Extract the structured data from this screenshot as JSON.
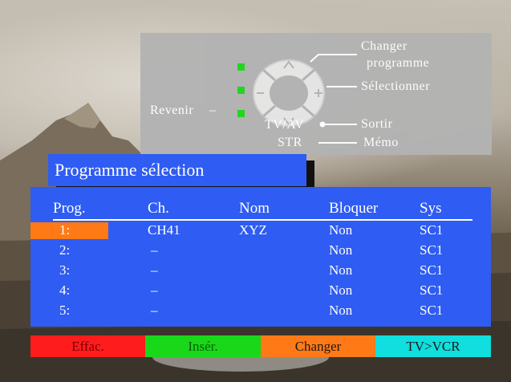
{
  "controls": {
    "change_program": "Changer\nprogramme",
    "change_program_line1": "Changer",
    "change_program_line2": "programme",
    "select": "Sélectionner",
    "back": "Revenir",
    "back_dash": "–",
    "tvav": "TV/AV",
    "exit": "Sortir",
    "str": "STR",
    "memo": "Mémo"
  },
  "title": "Programme sélection",
  "table": {
    "headers": [
      "Prog.",
      "Ch.",
      "Nom",
      "Bloquer",
      "Sys"
    ],
    "rows": [
      [
        "1:",
        "CH41",
        "XYZ",
        "Non",
        "SC1"
      ],
      [
        "2:",
        "–",
        "",
        "Non",
        "SC1"
      ],
      [
        "3:",
        "–",
        "",
        "Non",
        "SC1"
      ],
      [
        "4:",
        "–",
        "",
        "Non",
        "SC1"
      ],
      [
        "5:",
        "–",
        "",
        "Non",
        "SC1"
      ]
    ],
    "selected_index": 0
  },
  "buttons": [
    {
      "label": "Effac.",
      "bg": "#ff1c1c",
      "fg": "#ff1c1c"
    },
    {
      "label": "Insér.",
      "bg": "#19d819",
      "fg": "#19d819"
    },
    {
      "label": "Changer",
      "bg": "#ff7a16",
      "fg": "#1a1a1a"
    },
    {
      "label": "TV>VCR",
      "bg": "#11dede",
      "fg": "#1a1a1a"
    }
  ],
  "colors": {
    "panel": "#b3b3b3",
    "menu_blue": "#2f5cf2",
    "highlight": "#ff7a16",
    "indicator_green": "#1cd61c"
  },
  "icons": [
    "navigation-wheel-icon",
    "up-arrow-icon",
    "down-arrow-icon",
    "left-arrow-icon",
    "right-plus-icon"
  ]
}
